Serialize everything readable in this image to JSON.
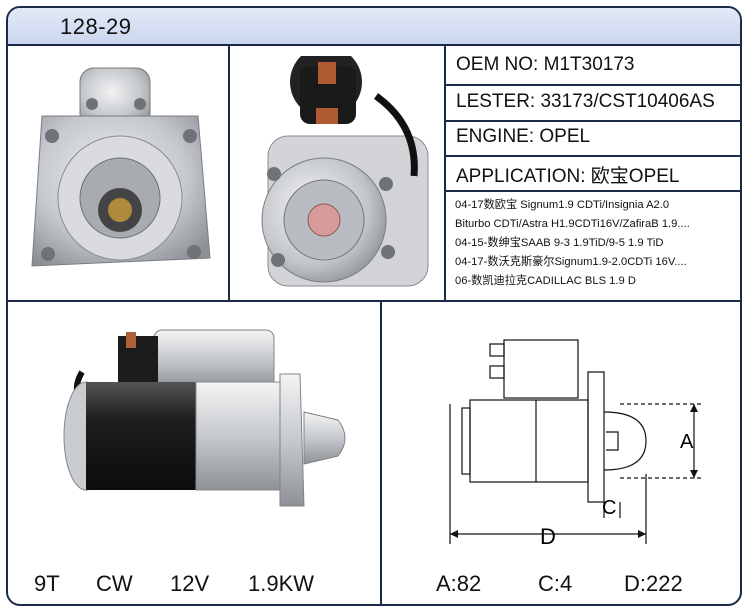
{
  "header": {
    "part_number": "128-29"
  },
  "specs": {
    "oem_key": "OEM NO:",
    "oem_val": "M1T30173",
    "lester_key": "LESTER:",
    "lester_val": "33173/CST10406AS",
    "engine_key": "ENGINE:",
    "engine_val": "OPEL",
    "application_key": "APPLICATION:",
    "application_val": "欧宝OPEL"
  },
  "applications": [
    "04-17数欧宝 Signum1.9 CDTi/Insignia A2.0",
    "Biturbo CDTi/Astra H1.9CDTi16V/ZafiraB 1.9....",
    "04-15-数绅宝SAAB 9-3 1.9TiD/9-5 1.9 TiD",
    "04-17-数沃克斯豪尔Signum1.9-2.0CDTi 16V....",
    "06-数凯迪拉克CADILLAC BLS 1.9 D"
  ],
  "bottom_left": {
    "teeth": "9T",
    "rotation": "CW",
    "voltage": "12V",
    "power": "1.9KW"
  },
  "dimensions": {
    "a_letter": "A",
    "c_letter": "C",
    "d_letter": "D",
    "a_text": "A:82",
    "c_text": "C:4",
    "d_text": "D:222"
  },
  "colors": {
    "border": "#1b2a4a",
    "header_bg": "#d6def2",
    "aluminum": "#c9ccd0",
    "housing_black": "#1c1c1c"
  }
}
